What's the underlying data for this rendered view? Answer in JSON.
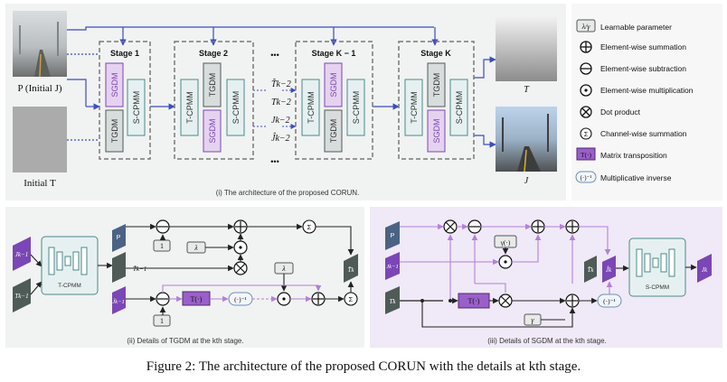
{
  "top": {
    "input_p": "P (Initial J)",
    "input_t": "Initial T",
    "stages": [
      "Stage 1",
      "Stage 2",
      "Stage K − 1",
      "Stage K"
    ],
    "ellipsis": "•••",
    "sgdm": "SGDM",
    "tgdm": "TGDM",
    "tcpmm": "T-CPMM",
    "scpmm": "S-CPMM",
    "vars": [
      "T̂k−2",
      "Tk−2",
      "Jk−2",
      "Ĵk−2"
    ],
    "out_t": "T",
    "out_j": "J",
    "caption": "(i) The architecture of the proposed CORUN."
  },
  "legend": [
    {
      "icon": "λ/γ",
      "label": "Learnable parameter"
    },
    {
      "icon": "⊕",
      "label": "Element-wise summation"
    },
    {
      "icon": "⊖",
      "label": "Element-wise subtraction"
    },
    {
      "icon": "⊙",
      "label": "Element-wise multiplication"
    },
    {
      "icon": "⊗",
      "label": "Dot product"
    },
    {
      "icon": "Σ",
      "label": "Channel-wise summation"
    },
    {
      "icon": "T(·)",
      "label": "Matrix transposition"
    },
    {
      "icon": "(·)⁻¹",
      "label": "Multiplicative inverse"
    }
  ],
  "tgdm": {
    "caption": "(ii) Details of TGDM at the kth stage.",
    "j_in": "Jk−1",
    "t_in": "Tk−1",
    "p": "P",
    "t_hat": "T̂k−1",
    "j_hat": "Ĵk−1",
    "out": "T̂k",
    "module": "T-CPMM",
    "one_a": "1",
    "one_b": "1",
    "lambda_a": "λ",
    "lambda_b": "λ",
    "transpose": "T(·)",
    "inverse": "(·)⁻¹",
    "sigma_a": "Σ",
    "sigma_b": "Σ"
  },
  "sgdm": {
    "caption": "(iii) Details of SGDM at the kth stage.",
    "p": "P",
    "j_in": "Jk−1",
    "t_in": "Tk",
    "gamma_fn": "γ(·)",
    "transpose": "T(·)",
    "gamma": "γ",
    "inverse": "(·)⁻¹",
    "t_hat": "T̂k",
    "j_hat": "Ĵk",
    "module": "S-CPMM",
    "out": "Jk"
  },
  "figure_caption": "Figure 2: The architecture of the proposed CORUN with the details at kth stage.",
  "colors": {
    "purple": "#7b46b5",
    "blue_gray": "#4a6384",
    "dark_gray": "#4f5b57",
    "module_teal": "#e6f0f0",
    "sgdm_fill": "#e5d2ef",
    "tgdm_fill": "#d7dcdc",
    "arrow_blue": "#3b4dbf",
    "arrow_purple": "#b380d9",
    "panel_gray": "#f1f2f2",
    "panel_purple": "#f0e9f7"
  }
}
